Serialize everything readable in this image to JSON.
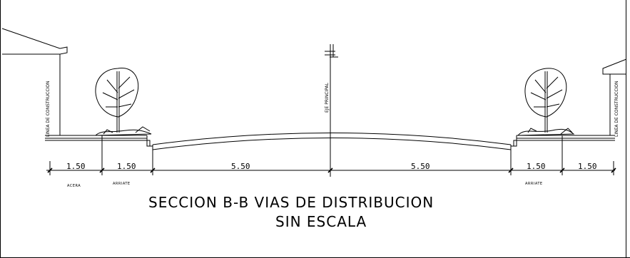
{
  "drawing": {
    "title_line1": "SECCION B-B  VIAS DE DISTRIBUCION",
    "title_line2": "SIN ESCALA",
    "axis_label": "EJE PRINCIPAL",
    "building_line_left": "LINEA DE CONSTRUCCION",
    "building_line_right": "LINEA DE CONSTRUCCION",
    "dimensions": [
      "1.50",
      "1.50",
      "5.50",
      "5.50",
      "1.50",
      "1.50"
    ],
    "zone_labels": {
      "sidewalk_left": "ACERA",
      "planter_left": "ARRIATE",
      "planter_right": "ARRIATE"
    }
  }
}
